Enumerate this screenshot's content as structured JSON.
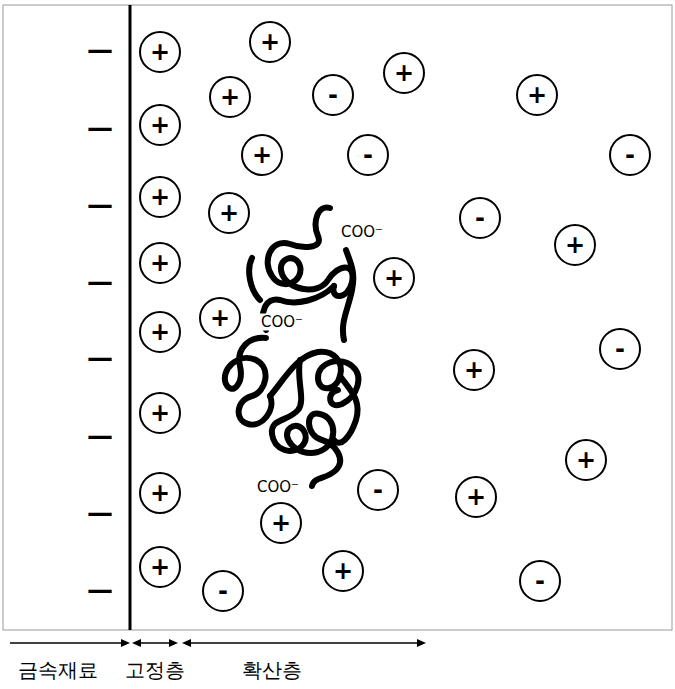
{
  "diagram": {
    "nodes": [
      {
        "text": [
          "+"
        ]
      },
      {
        "text": [
          "+"
        ]
      },
      {
        "text": [
          "+"
        ]
      },
      {
        "text": [
          "-"
        ]
      },
      {
        "text": [
          "+"
        ]
      },
      {
        "text": [
          "+"
        ]
      },
      {
        "text": [
          "+"
        ]
      },
      {
        "text": [
          "+"
        ]
      },
      {
        "text": [
          "-"
        ]
      },
      {
        "text": [
          "-"
        ]
      },
      {
        "text": [
          "+"
        ]
      },
      {
        "text": [
          "+"
        ]
      },
      {
        "text": [
          "-"
        ]
      },
      {
        "text": [
          "+"
        ]
      },
      {
        "text": [
          "+"
        ]
      },
      {
        "text": [
          "+"
        ]
      },
      {
        "text": [
          "+"
        ]
      },
      {
        "text": [
          "+"
        ]
      },
      {
        "text": [
          "-"
        ]
      },
      {
        "text": [
          "+"
        ]
      },
      {
        "text": [
          "+"
        ]
      },
      {
        "text": [
          "+"
        ]
      },
      {
        "text": [
          "-"
        ]
      },
      {
        "text": [
          "+"
        ]
      },
      {
        "text": [
          "+"
        ]
      },
      {
        "text": [
          "+"
        ]
      },
      {
        "text": [
          "+"
        ]
      },
      {
        "text": [
          "+"
        ]
      },
      {
        "text": [
          "-"
        ]
      },
      {
        "text": [
          "-"
        ]
      }
    ],
    "labels": [
      "—",
      "—",
      "—",
      "—",
      "—",
      "—",
      "—",
      "—",
      "COO⁻",
      "COO⁻",
      "COO⁻",
      "금속재료",
      "고정층",
      "확산층"
    ]
  }
}
